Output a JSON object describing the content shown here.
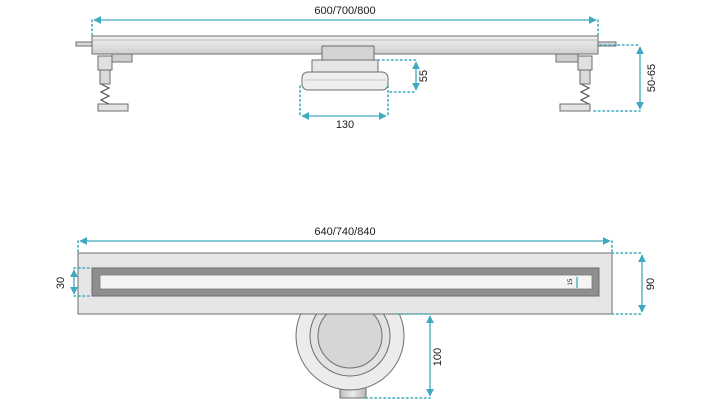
{
  "dimensions": {
    "top_length": "600/700/800",
    "adjust_height": "50-65",
    "outlet_height": "55",
    "outlet_width": "130",
    "bottom_length": "640/740/840",
    "grate_width": "30",
    "total_width": "90",
    "slot_width": "15",
    "outlet_depth": "100"
  },
  "colors": {
    "dimension": "#3fa9bf",
    "steel_light": "#e4e4e4",
    "steel_mid": "#c9c9c9",
    "steel_dark": "#8c8c8c",
    "outline": "#6d6d6d"
  }
}
